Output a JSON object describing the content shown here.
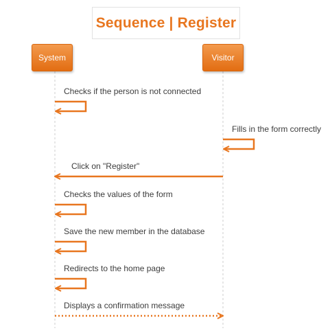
{
  "title": "Sequence | Register",
  "actors": {
    "system": "System",
    "visitor": "Visitor"
  },
  "messages": [
    {
      "from": "System",
      "to": "System",
      "label": "Checks if the person is not connected",
      "style": "solid"
    },
    {
      "from": "Visitor",
      "to": "Visitor",
      "label": "Fills in the form correctly",
      "style": "solid"
    },
    {
      "from": "Visitor",
      "to": "System",
      "label": "Click on \"Register\"",
      "style": "solid"
    },
    {
      "from": "System",
      "to": "System",
      "label": "Checks the values of the form",
      "style": "solid"
    },
    {
      "from": "System",
      "to": "System",
      "label": "Save the new member in the database",
      "style": "solid"
    },
    {
      "from": "System",
      "to": "System",
      "label": "Redirects to the home page",
      "style": "solid"
    },
    {
      "from": "System",
      "to": "Visitor",
      "label": "Displays a confirmation message",
      "style": "dotted"
    }
  ],
  "colors": {
    "accent": "#e8761f",
    "lifeline": "#cccccc",
    "text": "#3c3c3c"
  }
}
